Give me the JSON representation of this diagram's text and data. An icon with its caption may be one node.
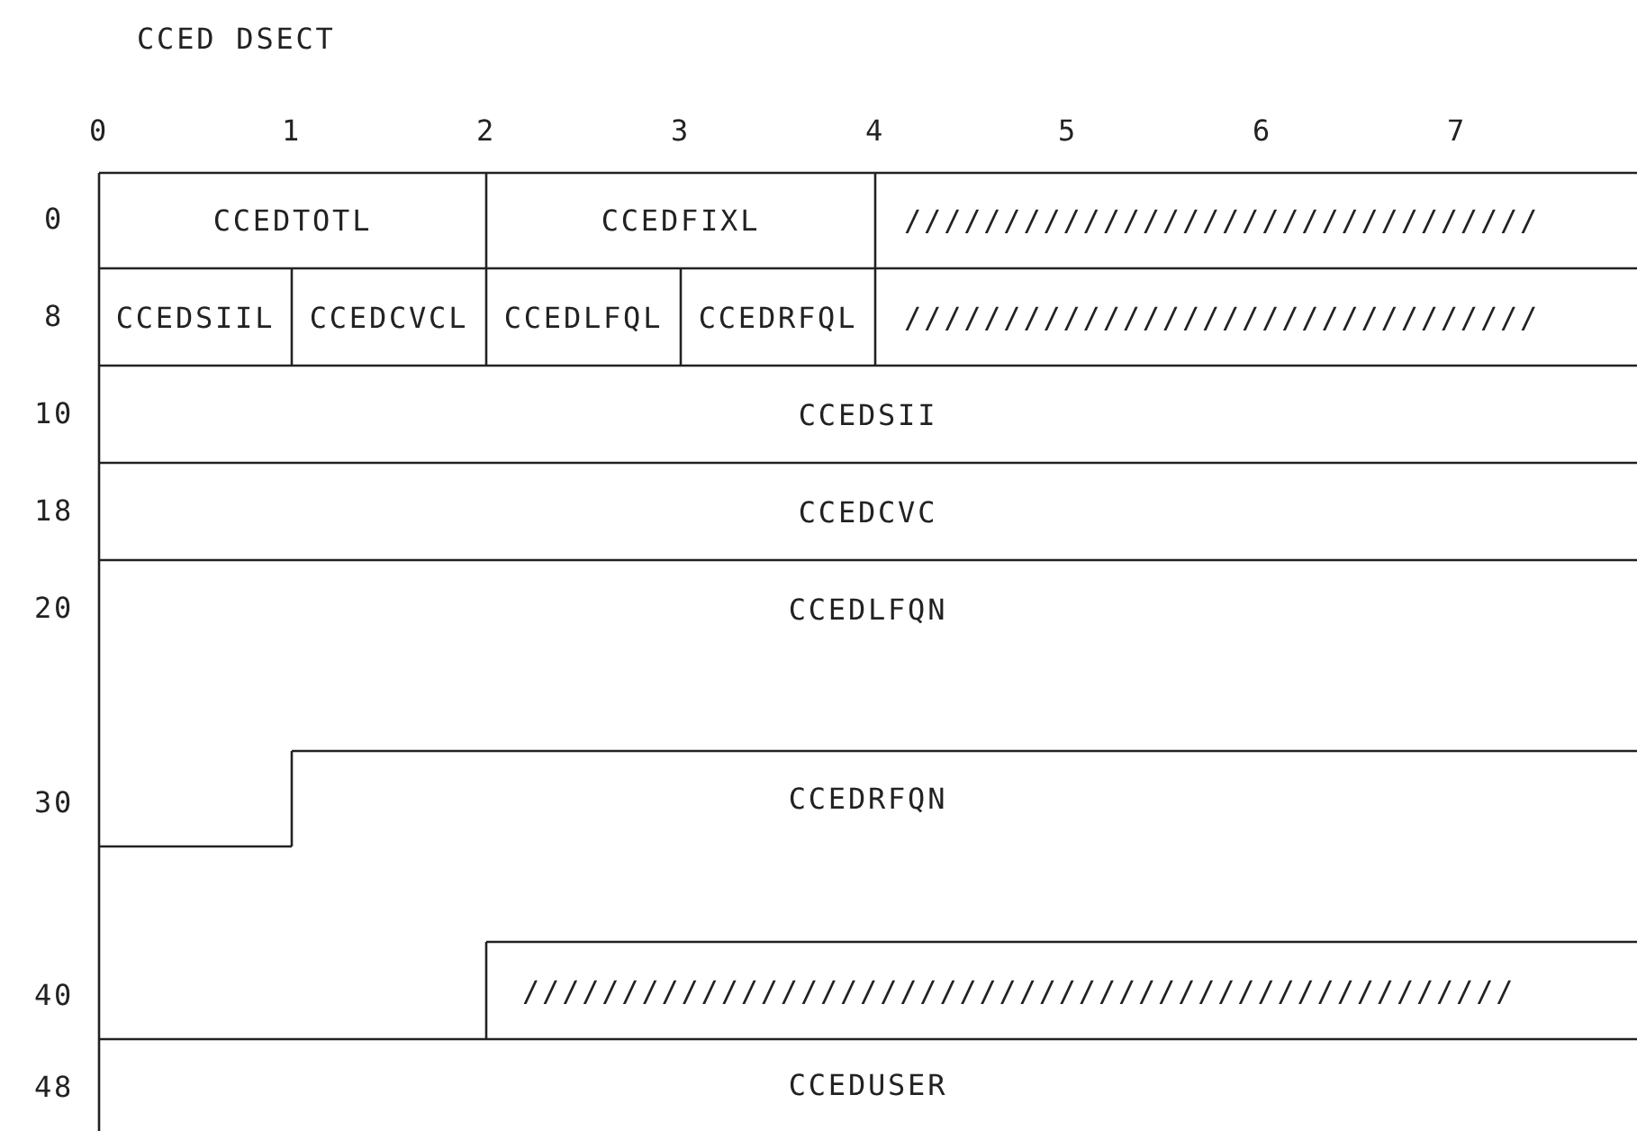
{
  "diagram": {
    "title": "CCED DSECT",
    "nodes": [
      {
        "text": [
          "CCEDTOTL"
        ]
      },
      {
        "text": [
          "CCEDFIXL"
        ]
      },
      {
        "text": [
          "////////////////////////////////"
        ]
      },
      {
        "text": [
          "CCEDSIIL"
        ]
      },
      {
        "text": [
          "CCEDCVCL"
        ]
      },
      {
        "text": [
          "CCEDLFQL"
        ]
      },
      {
        "text": [
          "CCEDRFQL"
        ]
      },
      {
        "text": [
          "////////////////////////////////"
        ]
      },
      {
        "text": [
          "CCEDSII"
        ]
      },
      {
        "text": [
          "CCEDCVC"
        ]
      },
      {
        "text": [
          "CCEDLFQN"
        ]
      },
      {
        "text": [
          "CCEDRFQN"
        ]
      },
      {
        "text": [
          "//////////////////////////////////////////////////"
        ]
      },
      {
        "text": [
          "CCEDUSER"
        ]
      }
    ],
    "labels": [
      "0",
      "1",
      "2",
      "3",
      "4",
      "5",
      "6",
      "7",
      "0",
      "8",
      "10",
      "18",
      "20",
      "30",
      "40",
      "48"
    ]
  }
}
